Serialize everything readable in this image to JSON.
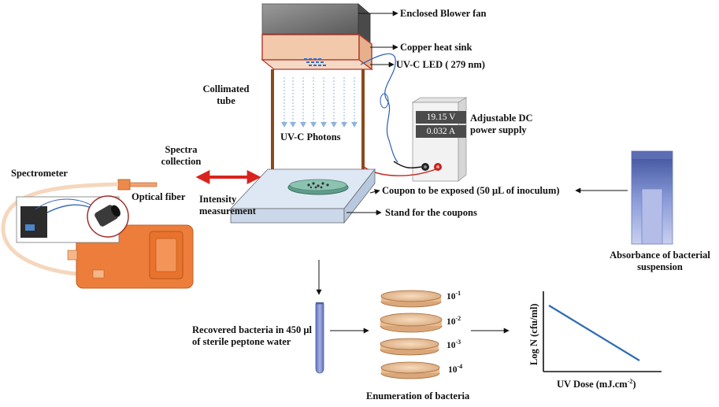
{
  "labels": {
    "blower_fan": "Enclosed Blower fan",
    "heat_sink": "Copper heat sink",
    "uvc_led": "UV-C LED ( 279 nm)",
    "collimated_tube_line1": "Collimated",
    "collimated_tube_line2": "tube",
    "uvc_photons": "UV-C Photons",
    "power_supply_line1": "Adjustable DC",
    "power_supply_line2": "power supply",
    "spectra_line1": "Spectra",
    "spectra_line2": "collection",
    "spectrometer": "Spectrometer",
    "optical_fiber": "Optical fiber",
    "intensity_line1": "Intensity",
    "intensity_line2": "measurement",
    "coupon_exposed": "Coupon to be exposed (50 μL of inoculum)",
    "stand": "Stand for the coupons",
    "absorbance_line1": "Absorbance of bacterial",
    "absorbance_line2": "suspension",
    "recovered_line1": "Recovered bacteria in 450 μl",
    "recovered_line2": "of  sterile peptone water",
    "enumeration": "Enumeration of bacteria"
  },
  "power_supply": {
    "voltage": "19.15 V",
    "current": "0.032 A"
  },
  "dilutions": [
    {
      "base": "10",
      "exp": "-1"
    },
    {
      "base": "10",
      "exp": "-2"
    },
    {
      "base": "10",
      "exp": "-3"
    },
    {
      "base": "10",
      "exp": "-4"
    }
  ],
  "plot": {
    "ylabel_main": "Log N (cfu/ml)",
    "xlabel_main": "UV Dose (mJ.cm",
    "xlabel_exp": "-2",
    "xlabel_tail": ")"
  },
  "colors": {
    "photon_blue": "#8fb4dc",
    "heat_sink": "#f3c9ac",
    "copper_rod": "#8a4b1c",
    "red_arrow": "#d9231f",
    "spectrometer_orange": "#ec7d3a",
    "plot_line": "#2f6db3",
    "cuvette": "#7c8fd0"
  }
}
